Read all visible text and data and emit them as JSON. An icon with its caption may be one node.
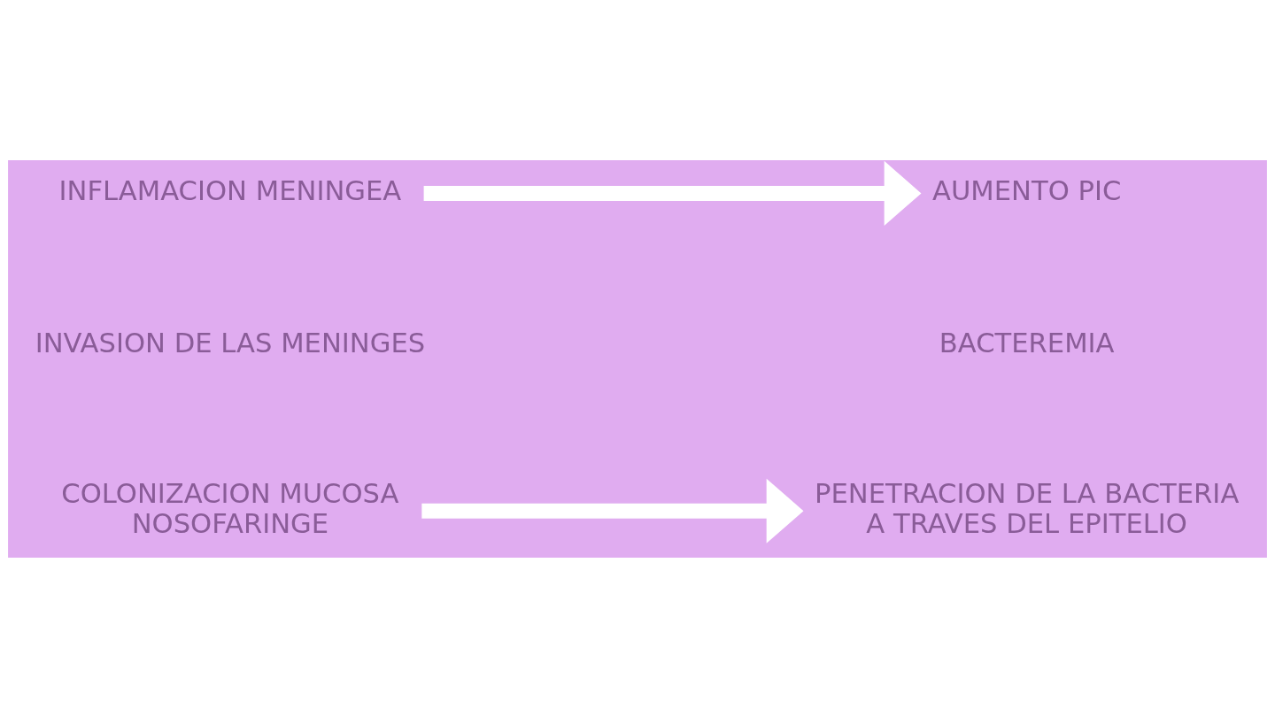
{
  "diagram": {
    "nodes": [
      {
        "text": [
          "COLONIZACION MUCOSA NOSOFARINGE"
        ]
      },
      {
        "text": [
          "PENETRACION DE LA BACTERIA A TRAVES DEL EPITELIO"
        ]
      },
      {
        "text": [
          "INVASION DE LAS MENINGES"
        ]
      },
      {
        "text": [
          "BACTEREMIA"
        ]
      },
      {
        "text": [
          "INFLAMACION MENINGEA"
        ]
      },
      {
        "text": [
          "AUMENTO PIC"
        ]
      }
    ],
    "edges": [
      {
        "from": 0,
        "to": 1,
        "arrow": "to"
      },
      {
        "from": 4,
        "to": 5,
        "arrow": "to"
      }
    ]
  }
}
